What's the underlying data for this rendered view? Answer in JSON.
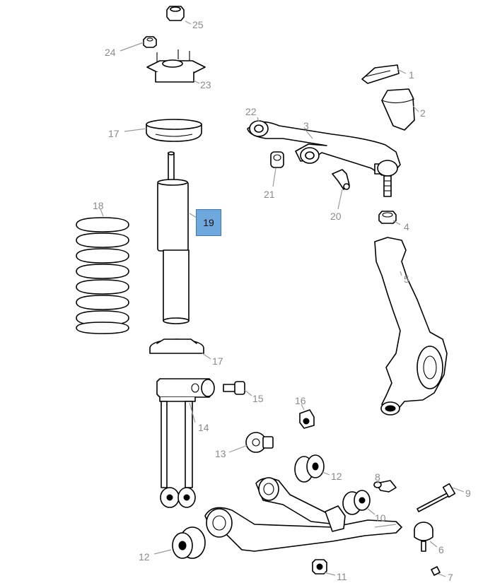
{
  "diagram": {
    "highlight_color": "#6fa8dc",
    "callouts": [
      {
        "id": "c1",
        "label": "1"
      },
      {
        "id": "c2",
        "label": "2"
      },
      {
        "id": "c3",
        "label": "3"
      },
      {
        "id": "c4",
        "label": "4"
      },
      {
        "id": "c5",
        "label": "5"
      },
      {
        "id": "c6",
        "label": "6"
      },
      {
        "id": "c7",
        "label": "7"
      },
      {
        "id": "c8",
        "label": "8"
      },
      {
        "id": "c9",
        "label": "9"
      },
      {
        "id": "c10",
        "label": "10"
      },
      {
        "id": "c11",
        "label": "11"
      },
      {
        "id": "c12a",
        "label": "12"
      },
      {
        "id": "c12b",
        "label": "12"
      },
      {
        "id": "c13",
        "label": "13"
      },
      {
        "id": "c14",
        "label": "14"
      },
      {
        "id": "c15",
        "label": "15"
      },
      {
        "id": "c16",
        "label": "16"
      },
      {
        "id": "c17a",
        "label": "17"
      },
      {
        "id": "c17b",
        "label": "17"
      },
      {
        "id": "c18",
        "label": "18"
      },
      {
        "id": "c19",
        "label": "19"
      },
      {
        "id": "c20",
        "label": "20"
      },
      {
        "id": "c21",
        "label": "21"
      },
      {
        "id": "c22",
        "label": "22"
      },
      {
        "id": "c23",
        "label": "23"
      },
      {
        "id": "c24",
        "label": "24"
      },
      {
        "id": "c25",
        "label": "25"
      }
    ]
  }
}
